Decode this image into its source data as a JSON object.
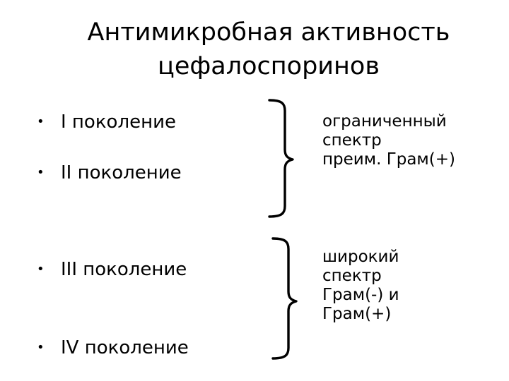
{
  "slide": {
    "title_line1": "Антимикробная активность",
    "title_line2": "цефалоспоринов",
    "bullet_glyph": "•",
    "generations": [
      "I поколение",
      "II поколение",
      "III поколение",
      "IV поколение"
    ],
    "groups": [
      {
        "lines": [
          "ограниченный",
          "спектр",
          "преим. Грам(+)"
        ]
      },
      {
        "lines": [
          "широкий",
          "спектр",
          "Грам(-) и",
          "Грам(+)"
        ]
      }
    ]
  }
}
